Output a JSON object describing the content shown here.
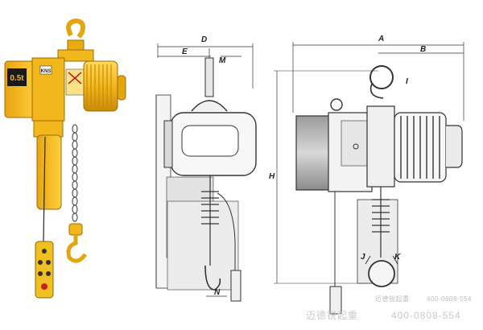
{
  "dimensions": {
    "A": "A",
    "B": "B",
    "D": "D",
    "E": "E",
    "M": "M",
    "H": "H",
    "I": "I",
    "J": "J",
    "K": "K",
    "N": "N"
  },
  "photo": {
    "badge_text": "0.5t",
    "brand_plate": "KNS"
  },
  "watermark": {
    "company": "迈德锐起重",
    "phone": "400-0808-554"
  },
  "colors": {
    "hoist_body": "#f2b71d",
    "hoist_dark": "#c98a07",
    "line": "#333333",
    "shade": "#b8b8b8",
    "pendant": "#f0c020"
  }
}
